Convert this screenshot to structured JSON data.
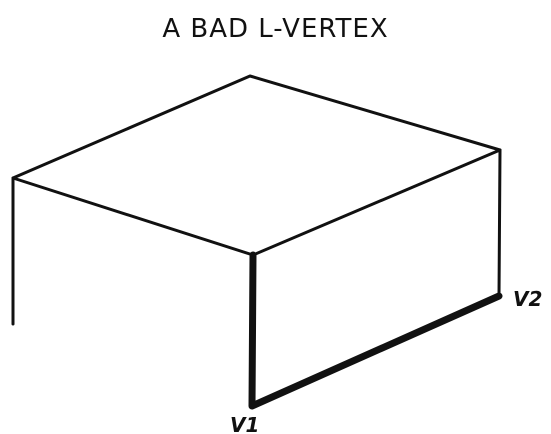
{
  "title": "A BAD L-VERTEX",
  "labels": {
    "v1": "V1",
    "v2": "V2"
  },
  "colors": {
    "ink": "#111111",
    "background": "#ffffff"
  }
}
